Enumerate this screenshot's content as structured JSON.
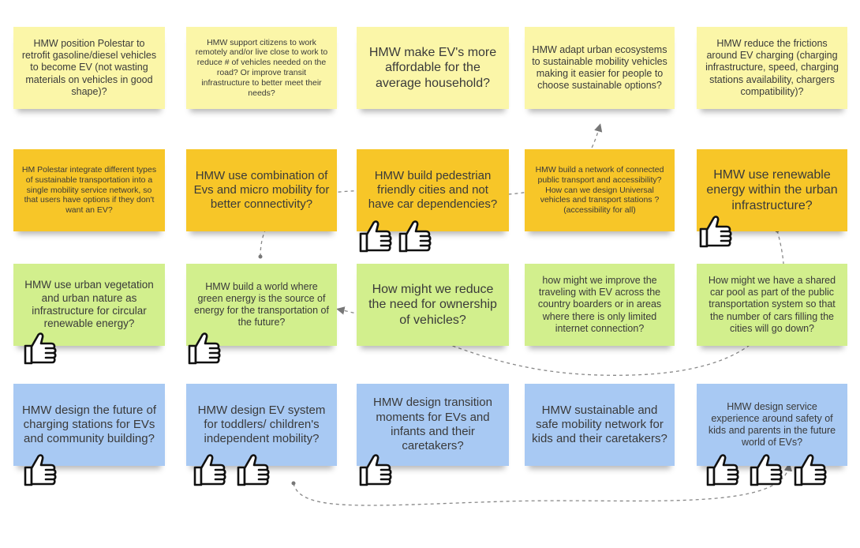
{
  "notes": {
    "n1": "HMW position Polestar to retrofit gasoline/diesel vehicles to become EV (not wasting materials on vehicles in good shape)?",
    "n2": "HMW support citizens to work remotely and/or live close to work to reduce # of vehicles needed on the road? Or improve transit infrastructure to better meet their needs?",
    "n3": "HMW make EV's more affordable for the average household?",
    "n4": "HMW adapt urban ecosystems to sustainable mobility vehicles making it easier for people to choose sustainable options?",
    "n5": "HMW reduce the frictions around EV charging (charging infrastructure, speed, charging stations availability, chargers compatibility)?",
    "n6": "HM Polestar integrate different types of sustainable transportation into a single mobility service network, so that users have options if they don't want an EV?",
    "n7": "HMW use combination of Evs and micro mobility for better connectivity?",
    "n8": "HMW build pedestrian friendly cities and not have car dependencies?",
    "n9": "HMW build a network of connected public transport and accessibility? How can we design Universal vehicles and transport stations ? (accessibility for all)",
    "n10": "HMW use renewable energy within the urban infrastructure?",
    "n11": "HMW use urban vegetation and urban nature as infrastructure for circular renewable energy?",
    "n12": "HMW build a world where green energy is the source of energy for the transportation of the future?",
    "n13": "How might we reduce the need for ownership of vehicles?",
    "n14": "how might we improve the traveling with EV across the country boarders or in areas where there is only limited internet connection?",
    "n15": "How might we have a shared car pool as part of the public transportation system so that the number of cars filling the cities will go down?",
    "n16": "HMW design the future of charging stations for EVs and community building?",
    "n17": "HMW design EV system for toddlers/ children's independent mobility?",
    "n18": "HMW design transition moments for EVs and infants and their caretakers?",
    "n19": "HMW sustainable and safe mobility network for kids and their caretakers?",
    "n20": "HMW design service experience around safety of kids and parents in the future world of EVs?"
  },
  "votes": {
    "n8": 2,
    "n10": 1,
    "n11": 1,
    "n12": 1,
    "n16": 1,
    "n17": 2,
    "n18": 1,
    "n20": 3
  },
  "colors": {
    "pale_yellow": "#fbf6a8",
    "orange_yellow": "#f7c628",
    "green": "#d2ef8d",
    "blue": "#a8c9f3",
    "text": "#3a3a3a"
  },
  "icons": {
    "vote": "thumbs-up-icon"
  }
}
